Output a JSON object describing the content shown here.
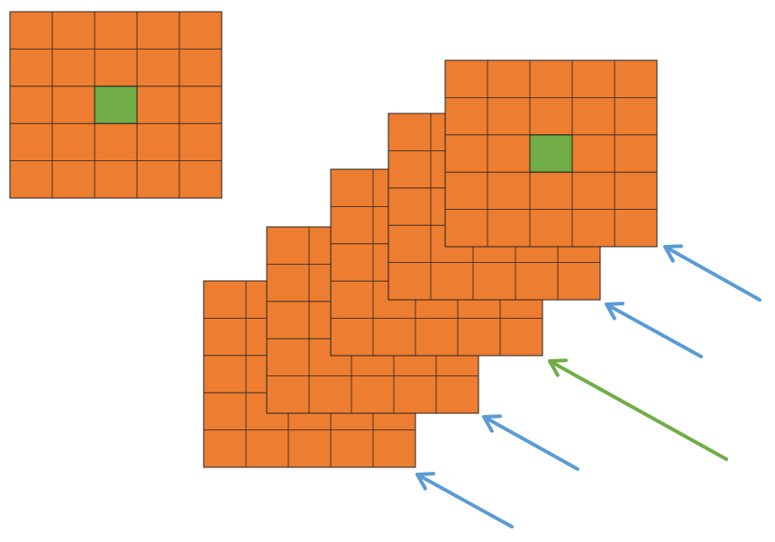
{
  "colors": {
    "cell": "#ED7D31",
    "grid_line": "#222222",
    "highlight": "#70AD47",
    "arrow_blue": "#5B9BD5",
    "arrow_green": "#70AD47",
    "background": "#FFFFFF"
  },
  "single_grid": {
    "rows": 5,
    "cols": 5,
    "highlight_cell": {
      "row": 2,
      "col": 2
    }
  },
  "stack": {
    "layer_count": 5,
    "rows": 5,
    "cols": 5,
    "highlight_layer": 5,
    "highlight_cell": {
      "row": 2,
      "col": 2
    }
  },
  "arrows": [
    {
      "target_layer": 1,
      "color_key": "arrow_blue"
    },
    {
      "target_layer": 2,
      "color_key": "arrow_blue"
    },
    {
      "target_layer": 3,
      "color_key": "arrow_green"
    },
    {
      "target_layer": 4,
      "color_key": "arrow_blue"
    },
    {
      "target_layer": 5,
      "color_key": "arrow_blue"
    }
  ]
}
